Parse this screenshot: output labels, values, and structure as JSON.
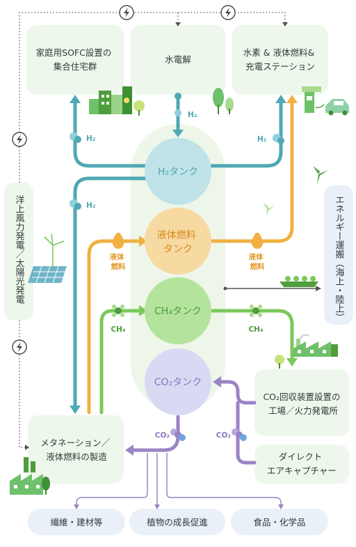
{
  "nodes": {
    "sofc_housing": {
      "lines": [
        "家庭用SOFC設置の",
        "集合住宅群"
      ]
    },
    "electrolysis": {
      "lines": [
        "水電解"
      ]
    },
    "station": {
      "lines": [
        "水素 & 液体燃料&",
        "充電ステーション"
      ]
    },
    "renewables": {
      "text": "洋上風力発電／太陽光発電"
    },
    "transport": {
      "text": "エネルギー運搬（海上・陸上）"
    },
    "methanation": {
      "lines": [
        "メタネーション／",
        "液体燃料の製造"
      ]
    },
    "co2_capture": {
      "lines": [
        "CO₂回収装置設置の",
        "工場／火力発電所"
      ]
    },
    "direct_air": {
      "lines": [
        "ダイレクト",
        "エアキャプチャー"
      ]
    },
    "fiber": {
      "text": "繊維・建材等"
    },
    "plants": {
      "text": "植物の成長促進"
    },
    "food_chem": {
      "text": "食品・化学品"
    }
  },
  "tanks": {
    "h2": "H₂タンク",
    "liquid_fuel": [
      "液体燃料",
      "タンク"
    ],
    "ch4": "CH₄タンク",
    "co2": "CO₂タンク"
  },
  "flow_labels": {
    "h2": "H₂",
    "liquid_fuel": [
      "液体",
      "燃料"
    ],
    "ch4": "CH₄",
    "co2": "CO₂"
  },
  "icons": [
    "lightning-icon",
    "fuel-drop-icon",
    "molecule-icon",
    "wind-turbine-icon",
    "solar-panel-icon",
    "factory-icon",
    "ship-icon",
    "ev-car-icon",
    "building-icon",
    "tree-icon"
  ],
  "colors": {
    "h2": "#4fa8b4",
    "liquid_fuel": "#f0b042",
    "ch4": "#7cc85a",
    "co2": "#9a84c6",
    "box_green": "#eef7ec",
    "box_blue": "#e9f0f8",
    "tank_column": "#edf6e8"
  }
}
